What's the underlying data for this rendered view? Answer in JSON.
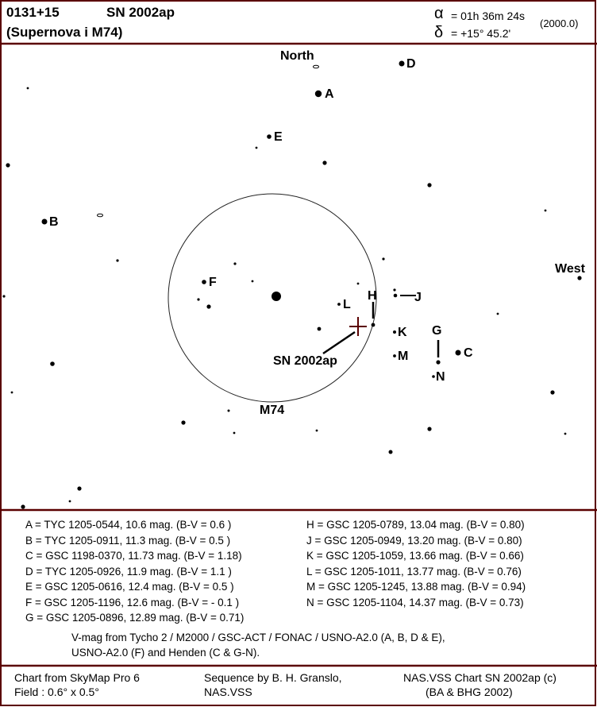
{
  "header": {
    "designation": "0131+15",
    "name": "SN 2002ap",
    "subtitle": "(Supernova i M74)",
    "alpha_symbol": "α",
    "alpha_value": "= 01h 36m 24s",
    "delta_symbol": "δ",
    "delta_value": "= +15° 45.2'",
    "epoch": "(2000.0)"
  },
  "chart_labels": {
    "north": "North",
    "west": "West",
    "galaxy": "M74",
    "supernova": "SN 2002ap",
    "stars": {
      "A": "A",
      "B": "B",
      "C": "C",
      "D": "D",
      "E": "E",
      "F": "F",
      "G": "G",
      "H": "H",
      "J": "J",
      "K": "K",
      "L": "L",
      "M": "M",
      "N": "N"
    }
  },
  "legend": {
    "left": [
      "A = TYC 1205-0544,  10.6   mag. (B-V =   0.6  )",
      "B = TYC 1205-0911,  11.3   mag. (B-V =   0.5  )",
      "C = GSC 1198-0370, 11.73 mag. (B-V =   1.18)",
      "D = TYC 1205-0926,  11.9   mag. (B-V =   1.1  )",
      "E = GSC 1205-0616, 12.4   mag. (B-V =   0.5  )",
      "F = GSC 1205-1196, 12.6   mag. (B-V = - 0.1  )",
      "G = GSC 1205-0896, 12.89 mag. (B-V =   0.71)"
    ],
    "right": [
      "H = GSC 1205-0789,  13.04 mag. (B-V = 0.80)",
      "J = GSC 1205-0949,  13.20 mag. (B-V = 0.80)",
      "K = GSC 1205-1059,  13.66 mag. (B-V = 0.66)",
      "L = GSC 1205-1011,  13.77 mag. (B-V = 0.76)",
      "M = GSC 1205-1245,  13.88 mag. (B-V = 0.94)",
      "N = GSC 1205-1104,  14.37 mag. (B-V = 0.73)"
    ],
    "source_line1": "V-mag from Tycho 2 / M2000 / GSC-ACT / FONAC / USNO-A2.0 (A, B, D & E),",
    "source_line2": "USNO-A2.0 (F) and Henden (C & G-N)."
  },
  "footer": {
    "chart_from": "Chart from SkyMap Pro 6",
    "field": "Field : 0.6° x 0.5°",
    "sequence_line1": "Sequence by B. H. Granslo,",
    "sequence_line2": "NAS.VSS",
    "credit_line1": "NAS.VSS Chart SN 2002ap (c)",
    "credit_line2": "(BA & BHG 2002)"
  }
}
